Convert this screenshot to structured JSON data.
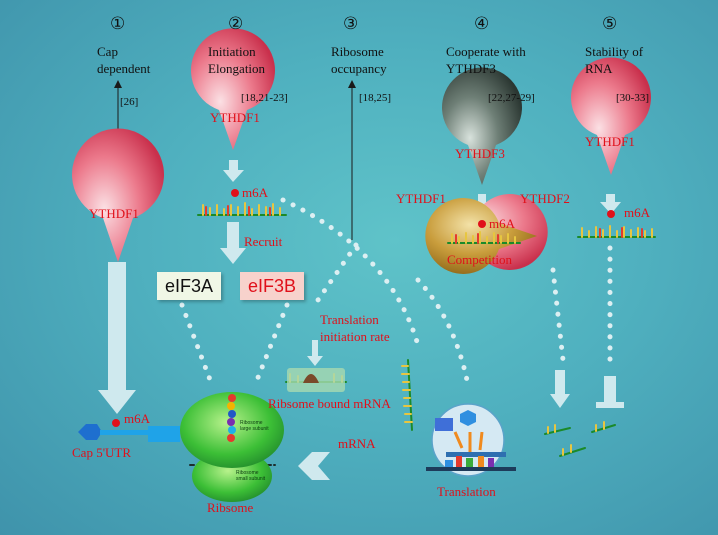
{
  "columns": [
    {
      "num": "①",
      "title_lines": [
        "Cap",
        "dependent"
      ],
      "ref": "[26]"
    },
    {
      "num": "②",
      "title_lines": [
        "Initiation",
        "Elongation"
      ],
      "ref": "[18,21-23]"
    },
    {
      "num": "③",
      "title_lines": [
        "Ribosome",
        "occupancy"
      ],
      "ref": "[18,25]"
    },
    {
      "num": "④",
      "title_lines": [
        "Cooperate with",
        "YTHDF3"
      ],
      "ref": "[22,27-29]"
    },
    {
      "num": "⑤",
      "title_lines": [
        "Stability of",
        "RNA"
      ],
      "ref": "[30-33]"
    }
  ],
  "proteins": {
    "ythdf1": "YTHDF1",
    "ythdf2": "YTHDF2",
    "ythdf3": "YTHDF3"
  },
  "labels": {
    "m6a": "m6A",
    "recruit": "Recruit",
    "eif3a": "eIF3A",
    "eif3b": "eIF3B",
    "translation_rate_1": "Translation",
    "translation_rate_2": "initiation rate",
    "ribosome_bound": "Ribsome bound mRNA",
    "competition": "Competition",
    "mrna": "mRNA",
    "cap_utr": "Cap 5'UTR",
    "ribosome": "Ribsome",
    "translation": "Translation",
    "ribosome_large": "Ribosome large subunit",
    "ribosome_small": "Ribosome small subunit"
  },
  "colors": {
    "pink": "#e44d68",
    "red_text": "#e0101a",
    "dark_protein": "#3e5149",
    "gold_protein": "#b78c2c",
    "eif3a_bg": "#f0f7e6",
    "eif3b_bg": "#f7d2cc",
    "arrow": "#cfe9ee"
  }
}
